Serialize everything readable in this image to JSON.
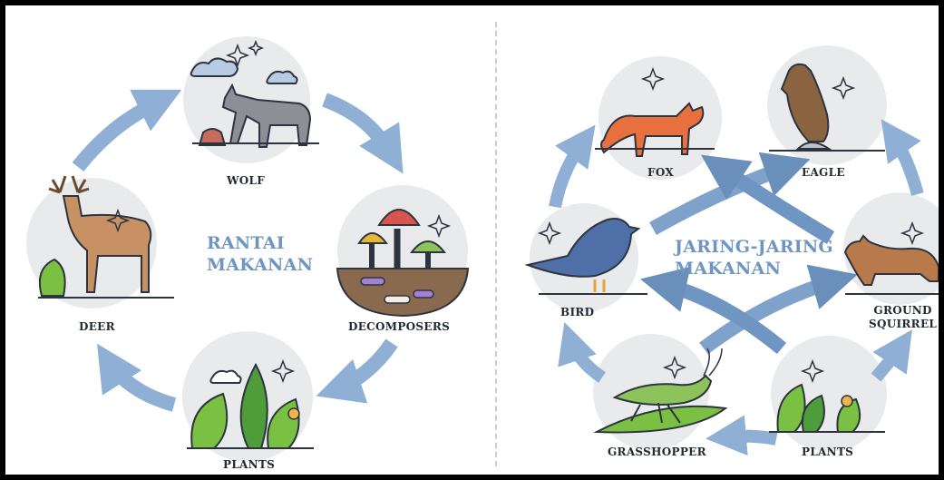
{
  "left_panel": {
    "title_line1": "RANTAI",
    "title_line2": "MAKANAN",
    "labels": {
      "wolf": "WOLF",
      "decomposers": "DECOMPOSERS",
      "plants": "PLANTS",
      "deer": "DEER"
    }
  },
  "right_panel": {
    "title_line1": "JARING-JARING",
    "title_line2": "MAKANAN",
    "labels": {
      "fox": "FOX",
      "eagle": "EAGLE",
      "bird": "BIRD",
      "ground_squirrel_line1": "GROUND",
      "ground_squirrel_line2": "SQUIRREL",
      "grasshopper": "GRASSHOPPER",
      "plants": "PLANTS"
    }
  },
  "colors": {
    "arrow": "#8fb0d4",
    "arrow_dark": "#5f86b3",
    "circle_bg": "#e9eaec",
    "title": "#6f95c2",
    "label": "#232a33"
  }
}
